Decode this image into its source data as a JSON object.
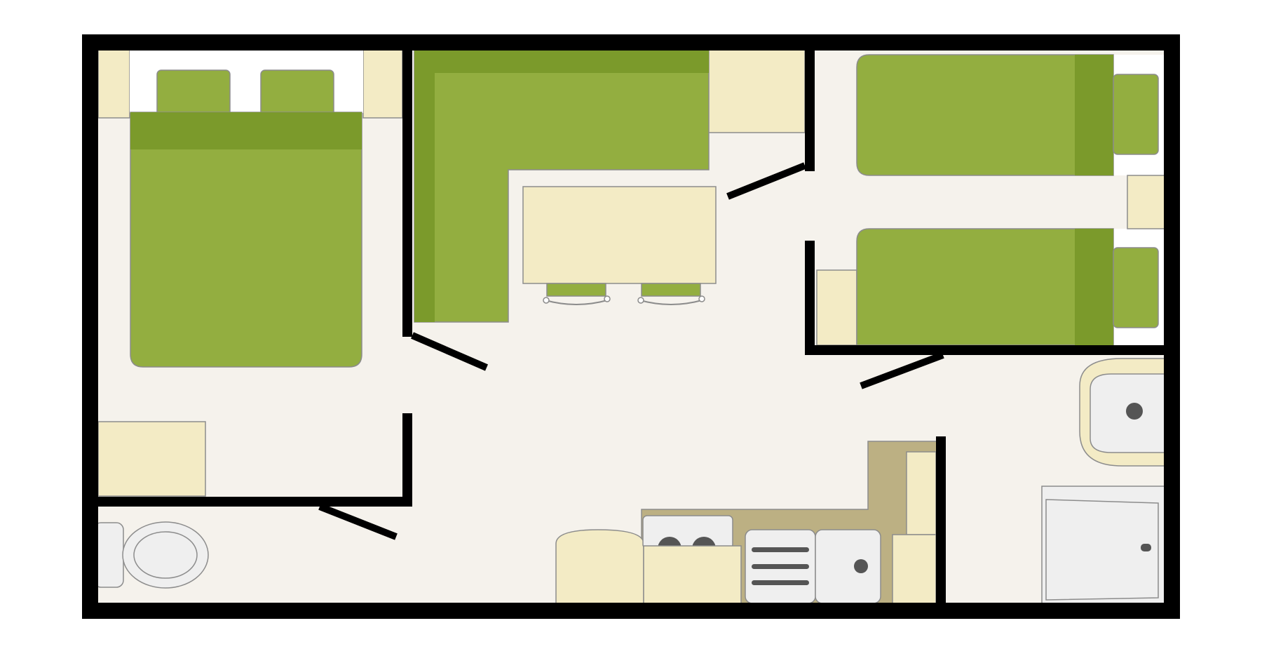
{
  "floorplan": {
    "colors": {
      "background": "#ffffff",
      "floor": "#f5f2ec",
      "wall": "#000000",
      "bed": "#93ae40",
      "bed_dark": "#7b9a2b",
      "furniture": "#f3ebc5",
      "kitchen_counter": "#bcb083",
      "appliance": "#efefef",
      "outline": "#8c8c8c",
      "knob": "#555555"
    },
    "rooms": [
      "master-bedroom",
      "living-area",
      "twin-bedroom",
      "toilet",
      "kitchen",
      "bathroom"
    ]
  }
}
